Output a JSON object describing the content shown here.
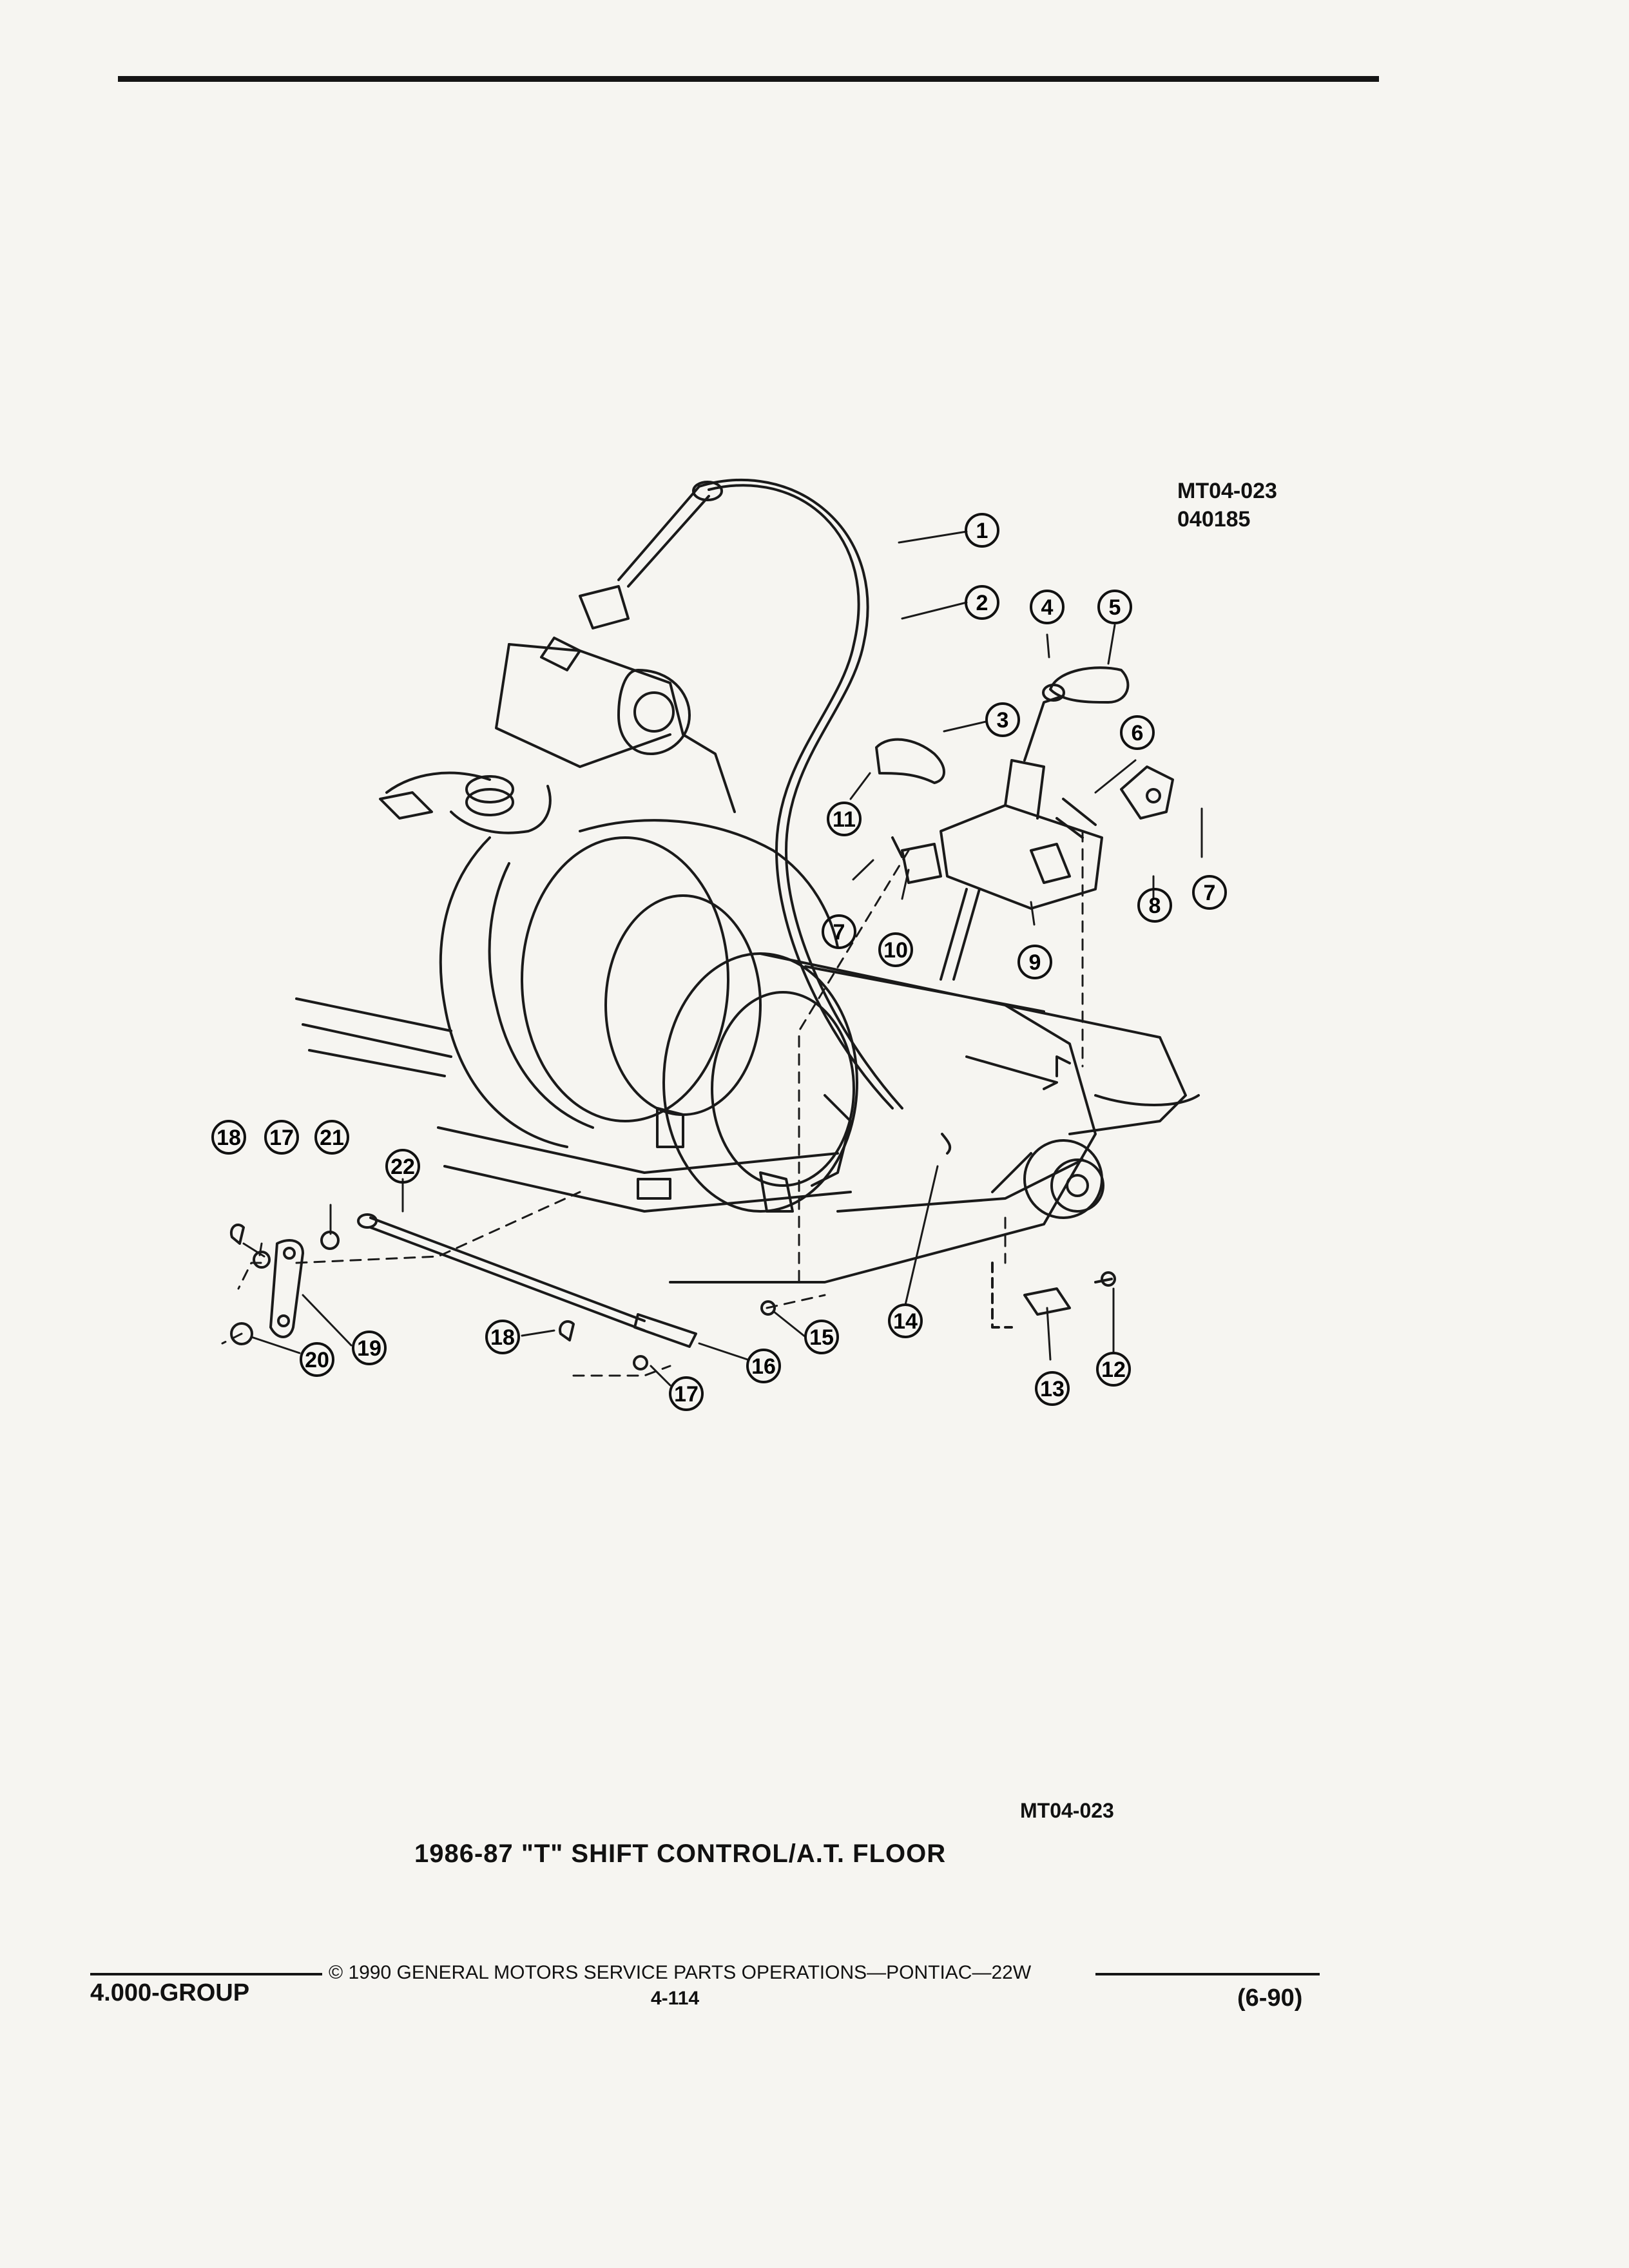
{
  "header": {
    "ref_line1": "MT04-023",
    "ref_line2": "040185"
  },
  "callouts": [
    "1",
    "2",
    "3",
    "4",
    "5",
    "6",
    "7",
    "7",
    "8",
    "9",
    "10",
    "11",
    "12",
    "13",
    "14",
    "15",
    "16",
    "17",
    "17",
    "18",
    "18",
    "19",
    "20",
    "21",
    "22"
  ],
  "figure": {
    "code": "MT04-023",
    "title": "1986-87 \"T\" SHIFT CONTROL/A.T. FLOOR"
  },
  "footer": {
    "group": "4.000-GROUP",
    "copyright": "© 1990 GENERAL MOTORS SERVICE PARTS OPERATIONS—PONTIAC—22W",
    "page": "4-114",
    "revision": "(6-90)"
  }
}
